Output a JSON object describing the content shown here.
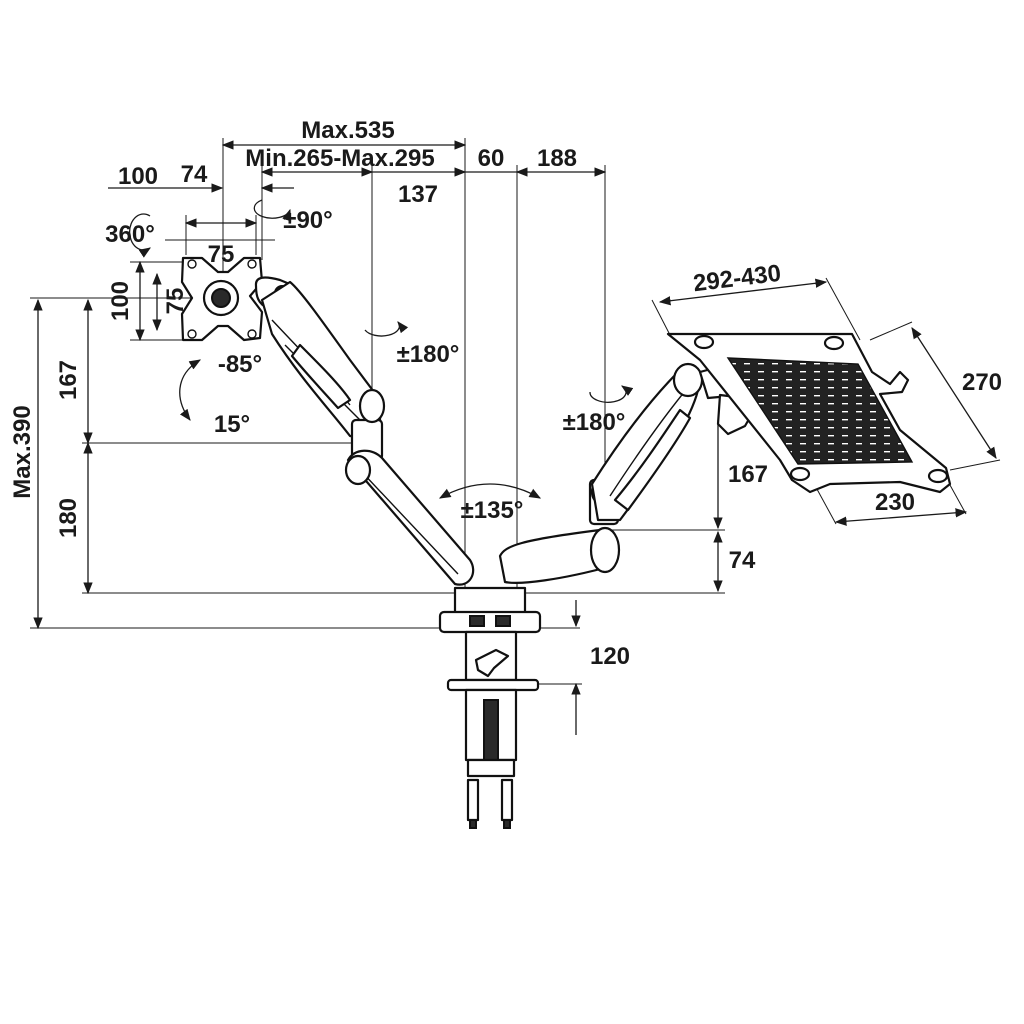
{
  "diagram": {
    "dimensions": {
      "arm_reach_max": "Max.535",
      "arm_reach_range": "Min.265-Max.295",
      "vesa_offset_a": "100",
      "vesa_offset_b": "74",
      "mid_offset": "137",
      "pole_gap": "60",
      "right_offset": "188",
      "vesa_rotate": "360°",
      "swivel_90": "±90°",
      "vesa_width": "75",
      "vesa_height_outer": "100",
      "vesa_height_inner": "75",
      "tilt_down": "-85°",
      "tilt_up": "15°",
      "left_upper_rotate": "±180°",
      "height_upper": "167",
      "height_total": "Max.390",
      "height_lower": "180",
      "base_rotate": "±135°",
      "right_upper_rotate": "±180°",
      "tray_width_range": "292-430",
      "tray_depth": "270",
      "tray_bottom_width": "230",
      "right_height_upper": "167",
      "right_height_lower": "74",
      "clamp_height": "120"
    }
  }
}
